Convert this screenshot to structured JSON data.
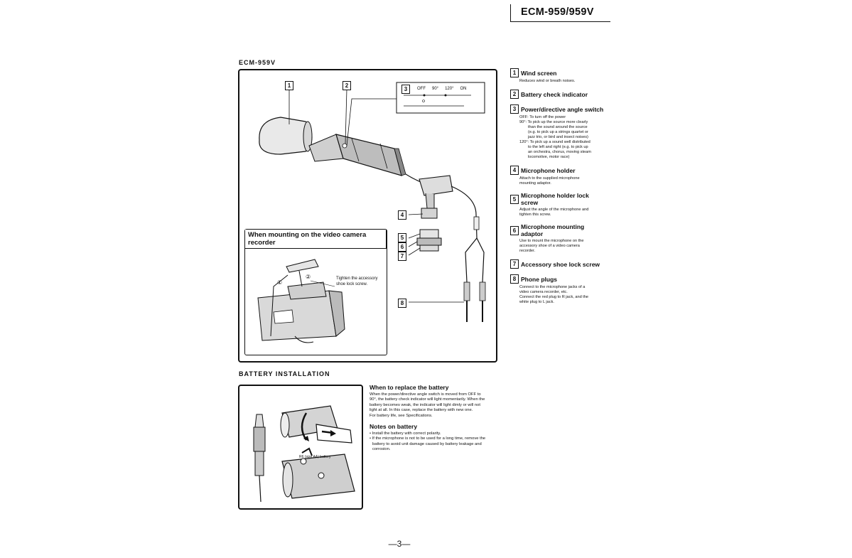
{
  "header": {
    "model": "ECM-959/959V"
  },
  "top_section": {
    "title": "ECM-959V"
  },
  "callouts": [
    "1",
    "2",
    "3",
    "4",
    "5",
    "6",
    "7",
    "8"
  ],
  "switch_panel": {
    "off": "OFF",
    "deg90": "90°",
    "deg120": "120°",
    "on": "ON"
  },
  "mounting_inset": {
    "title": "When mounting on the video camera recorder",
    "caption": "Tighten the accessory shoe lock screw.",
    "marks": [
      "①",
      "②"
    ]
  },
  "legend": [
    {
      "num": "1",
      "title": "Wind screen",
      "lines": [
        "Reduces wind or breath noises."
      ]
    },
    {
      "num": "2",
      "title": "Battery check indicator",
      "lines": []
    },
    {
      "num": "3",
      "title": "Power/directive angle switch",
      "lines": [
        "OFF: To turn off the power",
        "90°: To pick up the source more clearly",
        "than the sound around the source",
        "(e.g. to pick up a strings quartet or",
        "jazz trio, or bird and insect noises)",
        "120°: To pick up a sound well distributed",
        "to the left and right (e.g. to pick up",
        "an orchestra, chorus, moving steam",
        "locomotive, motor race)"
      ]
    },
    {
      "num": "4",
      "title": "Microphone holder",
      "lines": [
        "Attach to the supplied microphone",
        "mounting adaptor."
      ]
    },
    {
      "num": "5",
      "title": "Microphone holder lock screw",
      "lines": [
        "Adjust the angle of the microphone and",
        "tighten this screw."
      ]
    },
    {
      "num": "6",
      "title": "Microphone mounting adaptor",
      "lines": [
        "Use to mount the microphone on the",
        "accessory shoe of a video camera",
        "recorder."
      ]
    },
    {
      "num": "7",
      "title": "Accessory shoe lock screw",
      "lines": []
    },
    {
      "num": "8",
      "title": "Phone plugs",
      "lines": [
        "Connect to the microphone jacks of a",
        "video camera recorder, etc.",
        "Connect the red plug to R jack, and the",
        "white plug to L jack."
      ]
    }
  ],
  "battery_section": {
    "title": "BATTERY INSTALLATION",
    "battery_label": "R6 (size AA) battery",
    "replace_title": "When to replace the battery",
    "replace_lines": [
      "When the power/directive angle switch is moved from OFF to",
      "90°, the battery check indicator will light momentarily. When the",
      "battery becomes weak, the indicator will light dimly or will not",
      "light at all. In this case, replace the battery with new one.",
      "For battery life, see Specifications."
    ],
    "notes_title": "Notes on battery",
    "notes_lines": [
      "• Install the battery with correct polarity.",
      "• If the microphone is not to be used for a long time, remove the",
      "battery to avoid unit damage caused by battery leakage and",
      "corrosion."
    ]
  },
  "page_number": "—3—"
}
